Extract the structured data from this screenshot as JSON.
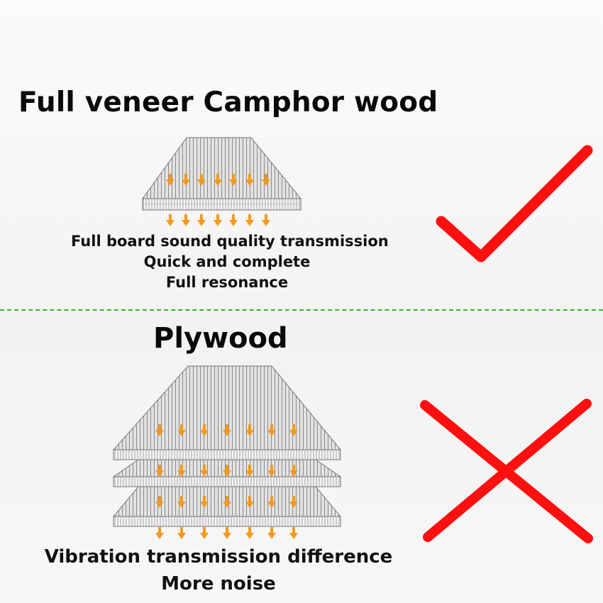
{
  "veneer": {
    "title": "Full veneer Camphor wood",
    "captions": [
      "Full board sound quality transmission",
      "Quick and complete",
      "Full resonance"
    ],
    "verdict_icon": "checkmark-icon"
  },
  "plywood": {
    "title": "Plywood",
    "captions": [
      "Vibration transmission difference",
      "More noise"
    ],
    "verdict_icon": "cross-icon"
  },
  "colors": {
    "arrow": "#f29a1f",
    "verdict": "#ff0f0f",
    "divider": "#2fb52f",
    "board": "#8c8c8c"
  }
}
